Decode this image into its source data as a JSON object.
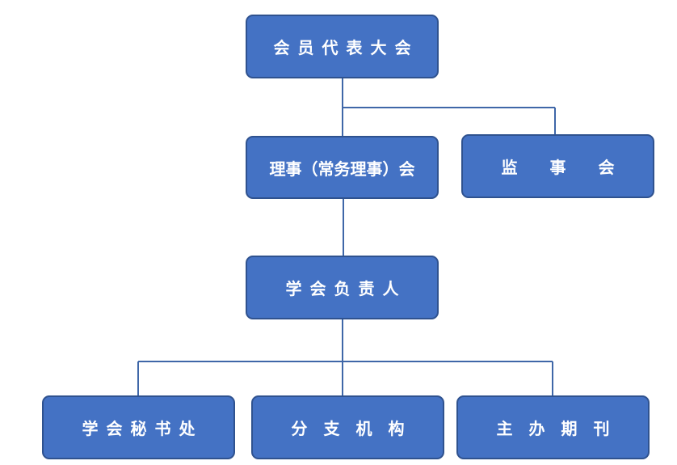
{
  "diagram": {
    "nodes": {
      "assembly": {
        "label": "会员代表大会"
      },
      "council": {
        "label": "理事（常务理事）会"
      },
      "supervisors": {
        "label": "监　　事　　会"
      },
      "leader": {
        "label": "学会负责人"
      },
      "secretariat": {
        "label": "学会秘书处"
      },
      "branches": {
        "label": "分　支　机　构"
      },
      "periodicals": {
        "label": "主　办　期　刊"
      }
    },
    "colors": {
      "box_fill": "#4472c4",
      "box_border": "#2f528f",
      "connector": "#3f67a8",
      "text": "#ffffff"
    }
  }
}
